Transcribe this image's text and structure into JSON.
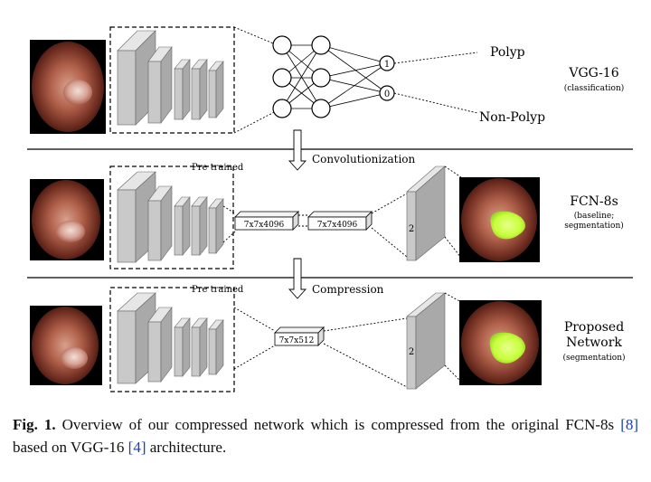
{
  "rows": [
    {
      "title": "VGG-16",
      "subtitle": "(classification)"
    },
    {
      "title": "FCN-8s",
      "subtitle_lines": [
        "(baseline;",
        "segmentation)"
      ]
    },
    {
      "title_lines": [
        "Proposed",
        "Network"
      ],
      "subtitle": "(segmentation)"
    }
  ],
  "outputs": {
    "polyp": "Polyp",
    "non_polyp": "Non-Polyp",
    "node_one": "1",
    "node_zero": "0"
  },
  "transitions": {
    "convolutionization": "Convolutionization",
    "compression": "Compression"
  },
  "pretrained_label": "Pre trained",
  "fc_blocks": {
    "a": "7x7x4096",
    "b": "7x7x4096",
    "c": "7x7x512"
  },
  "upsample_label": "2",
  "caption": {
    "label": "Fig. 1.",
    "text_1": " Overview of our compressed network which is compressed from the original FCN-8s ",
    "ref_1": "[8]",
    "text_2": " based on VGG-16 ",
    "ref_2": "[4]",
    "text_3": " architecture."
  },
  "colors": {
    "block_front": "#c9c9c9",
    "block_side": "#a9a9a9",
    "block_top": "#e6e6e6",
    "overlay": "#c6ff3a"
  }
}
